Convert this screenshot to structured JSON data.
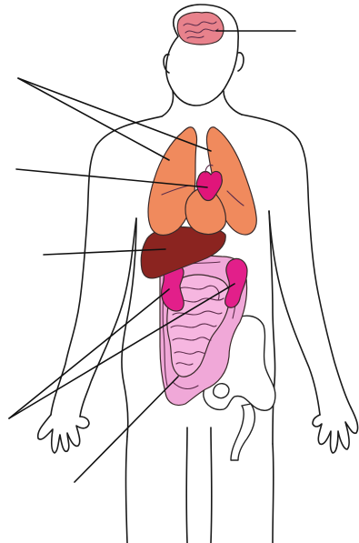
{
  "diagram": {
    "organs": [
      {
        "id": "brain",
        "color": "#e8828c"
      },
      {
        "id": "lungs",
        "color": "#f08a5d"
      },
      {
        "id": "heart",
        "color": "#e0157a"
      },
      {
        "id": "liver",
        "color": "#8b2420"
      },
      {
        "id": "kidneys",
        "color": "#e21f8a"
      },
      {
        "id": "intestines",
        "color": "#f0a8d8"
      },
      {
        "id": "pelvis",
        "color": "#ffffff"
      }
    ],
    "outline_color": "#1a1a1a",
    "label_lines": [
      "brain",
      "lungs",
      "heart",
      "liver",
      "kidneys",
      "intestines"
    ]
  }
}
